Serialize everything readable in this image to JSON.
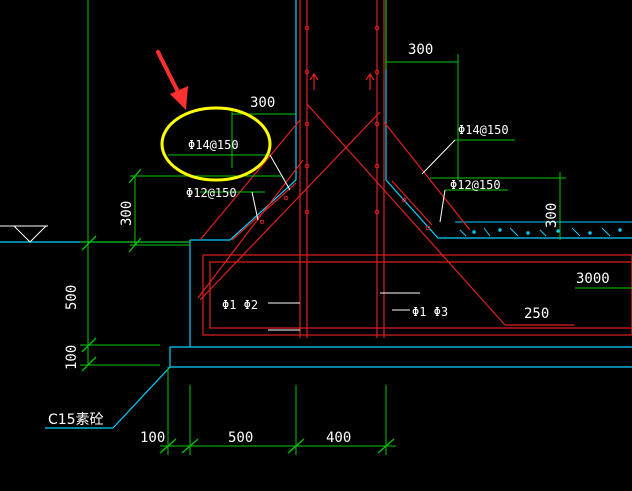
{
  "colors": {
    "background": "#000000",
    "concrete": "#00d0ff",
    "rebar": "#e02020",
    "dimension": "#00c800",
    "annotation": "#ffffff",
    "highlight": "#ffff00",
    "arrow": "#ff3030"
  },
  "dimensions": {
    "d_300_top_right": "300",
    "d_300_top_left": "300",
    "d_300_left_vert": "300",
    "d_300_right_vert": "300",
    "d_3000": "3000",
    "d_250": "250",
    "d_500_vert": "500",
    "d_100_vert": "100",
    "d_100_bottom": "100",
    "d_500_bottom": "500",
    "d_400_bottom": "400"
  },
  "labels": {
    "rebar_l14": "Φ14@150",
    "rebar_r14": "Φ14@150",
    "rebar_l12": "Φ12@150",
    "rebar_r12": "Φ12@150",
    "rebar_p1p2": "Φ1 Φ2",
    "rebar_p1p3": "Φ1 Φ3",
    "material_c15": "C15素砼"
  },
  "annotation": {
    "highlight_shape": "ellipse",
    "pointer": "arrow"
  }
}
